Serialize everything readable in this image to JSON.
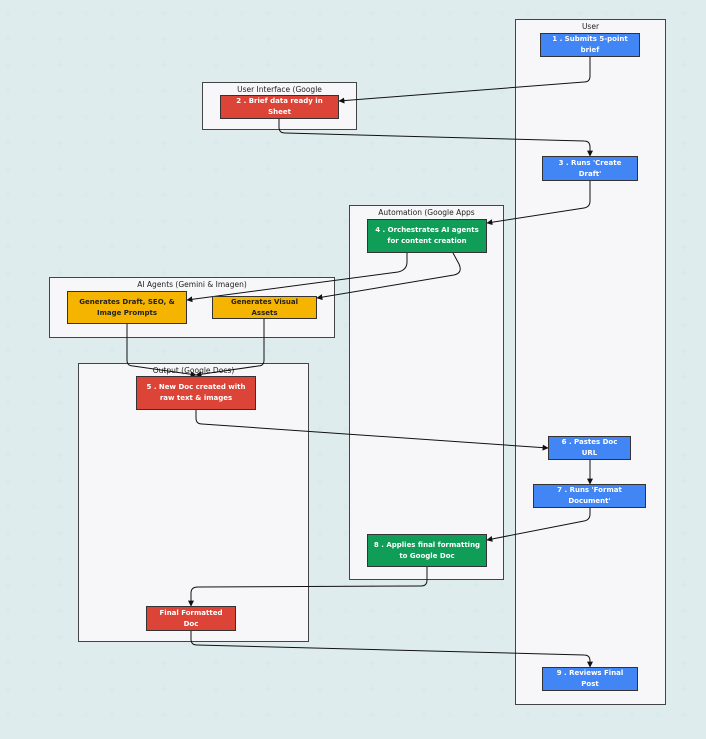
{
  "lanes": {
    "user": "User",
    "ui": "User Interface (Google",
    "automation": "Automation (Google Apps",
    "ai": "AI Agents (Gemini & Imagen)",
    "output": "Output (Google Docs)"
  },
  "nodes": {
    "n1": "1 . Submits 5-point brief",
    "n2": "2 . Brief data ready in Sheet",
    "n3": "3 . Runs 'Create Draft'",
    "n4a": "4 . Orchestrates AI agents",
    "n4b": "for content creation",
    "gen_draft_a": "Generates Draft, SEO, &",
    "gen_draft_b": "Image Prompts",
    "gen_visual": "Generates Visual Assets",
    "n5a": "5 . New Doc created with",
    "n5b": "raw text & images",
    "n6": "6 . Pastes Doc URL",
    "n7": "7 . Runs 'Format Document'",
    "n8a": "8 . Applies final formatting",
    "n8b": "to Google Doc",
    "final": "Final Formatted Doc",
    "n9": "9 . Reviews Final Post"
  },
  "colors": {
    "user_node": "#4285f4",
    "interface_node": "#db4437",
    "automation_node": "#0f9d58",
    "ai_node": "#f4b400",
    "lane_fill": "#f7f7fa",
    "grid_plus": "#d8e9ec"
  }
}
